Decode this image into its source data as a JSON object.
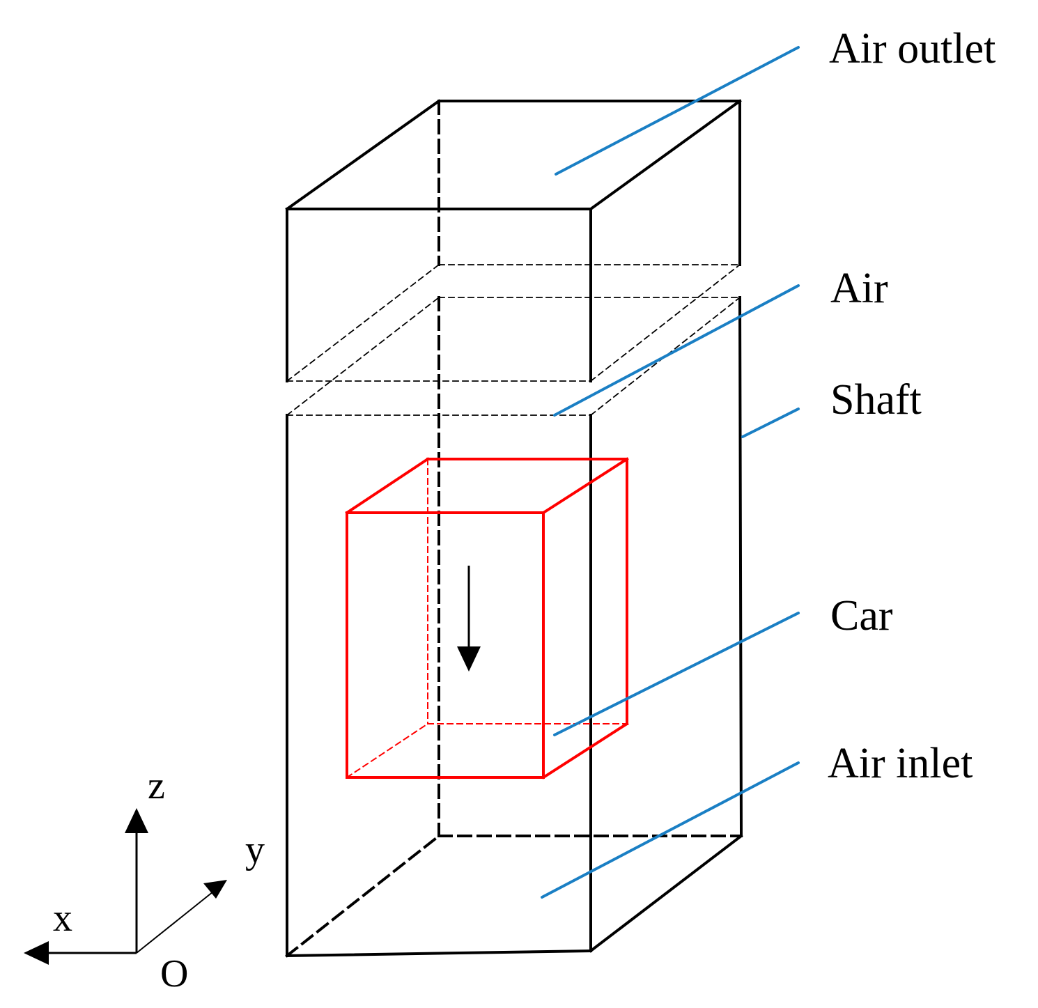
{
  "colors": {
    "shaft": "#000000",
    "car": "#ff0000",
    "leader": "#1a7fc4",
    "axis": "#000000"
  },
  "labels": {
    "air_outlet": "Air outlet",
    "air": "Air",
    "shaft": "Shaft",
    "car": "Car",
    "air_inlet": "Air inlet"
  },
  "axes": {
    "x": "x",
    "y": "y",
    "z": "z",
    "origin": "O"
  },
  "motion": {
    "car_direction": "downward"
  }
}
